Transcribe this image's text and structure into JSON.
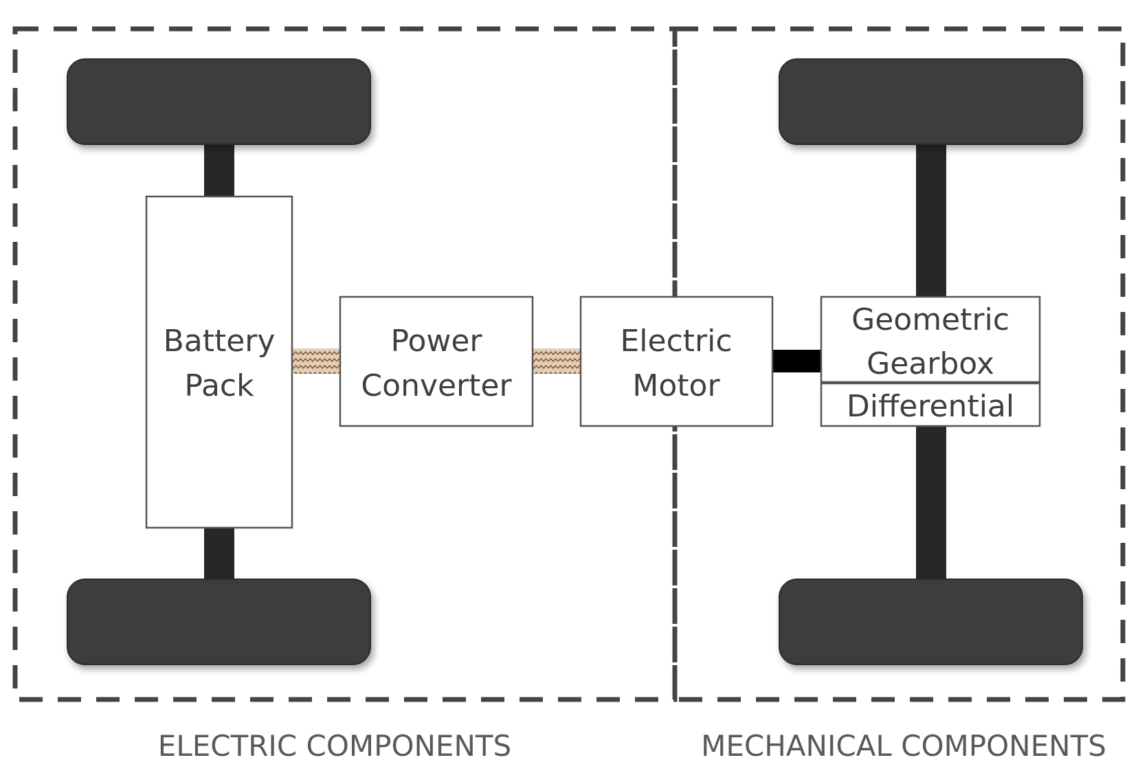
{
  "components": {
    "battery_pack": [
      "Battery",
      "Pack"
    ],
    "power_converter": [
      "Power",
      "Converter"
    ],
    "electric_motor": [
      "Electric",
      "Motor"
    ],
    "geometric_gearbox": [
      "Geometric",
      "Gearbox"
    ],
    "differential": "Differential"
  },
  "sections": {
    "electric": "ELECTRIC COMPONENTS",
    "mechanical": "MECHANICAL COMPONENTS"
  },
  "colors": {
    "wheel": "#3c3c3c",
    "axle": "#272727",
    "electric_link": "#c9a98a",
    "mechanical_link": "#000000",
    "boundary": "#444444"
  }
}
